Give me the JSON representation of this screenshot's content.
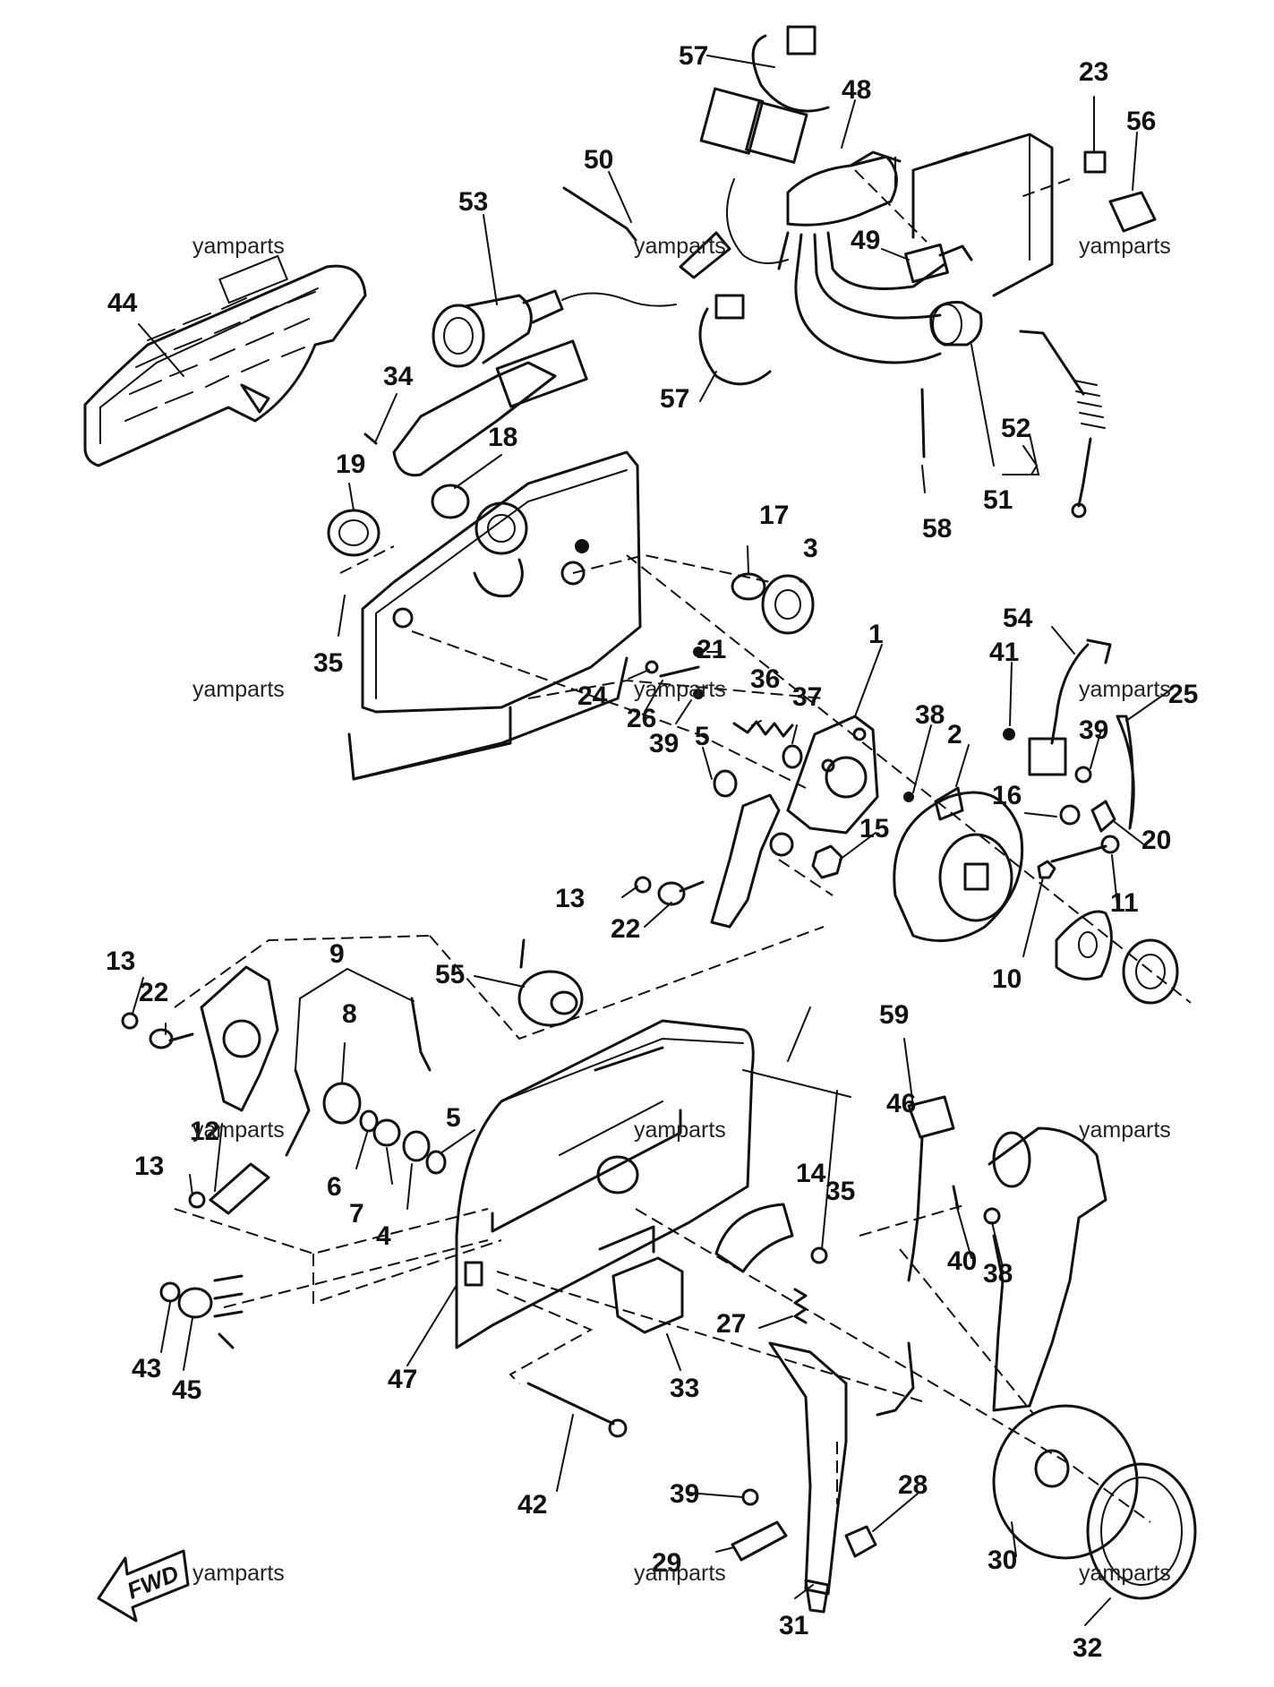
{
  "watermark": "yamparts",
  "fwd_label": "FWD",
  "callouts": [
    "57",
    "48",
    "23",
    "56",
    "50",
    "53",
    "49",
    "44",
    "34",
    "18",
    "19",
    "57",
    "52",
    "51",
    "58",
    "17",
    "3",
    "35",
    "21",
    "24",
    "26",
    "39",
    "36",
    "37",
    "1",
    "54",
    "41",
    "39",
    "25",
    "5",
    "38",
    "2",
    "16",
    "15",
    "20",
    "13",
    "22",
    "11",
    "10",
    "13",
    "22",
    "9",
    "55",
    "8",
    "59",
    "46",
    "12",
    "13",
    "6",
    "7",
    "4",
    "5",
    "14",
    "35",
    "40",
    "38",
    "43",
    "45",
    "47",
    "33",
    "27",
    "42",
    "39",
    "28",
    "29",
    "31",
    "30",
    "32"
  ]
}
